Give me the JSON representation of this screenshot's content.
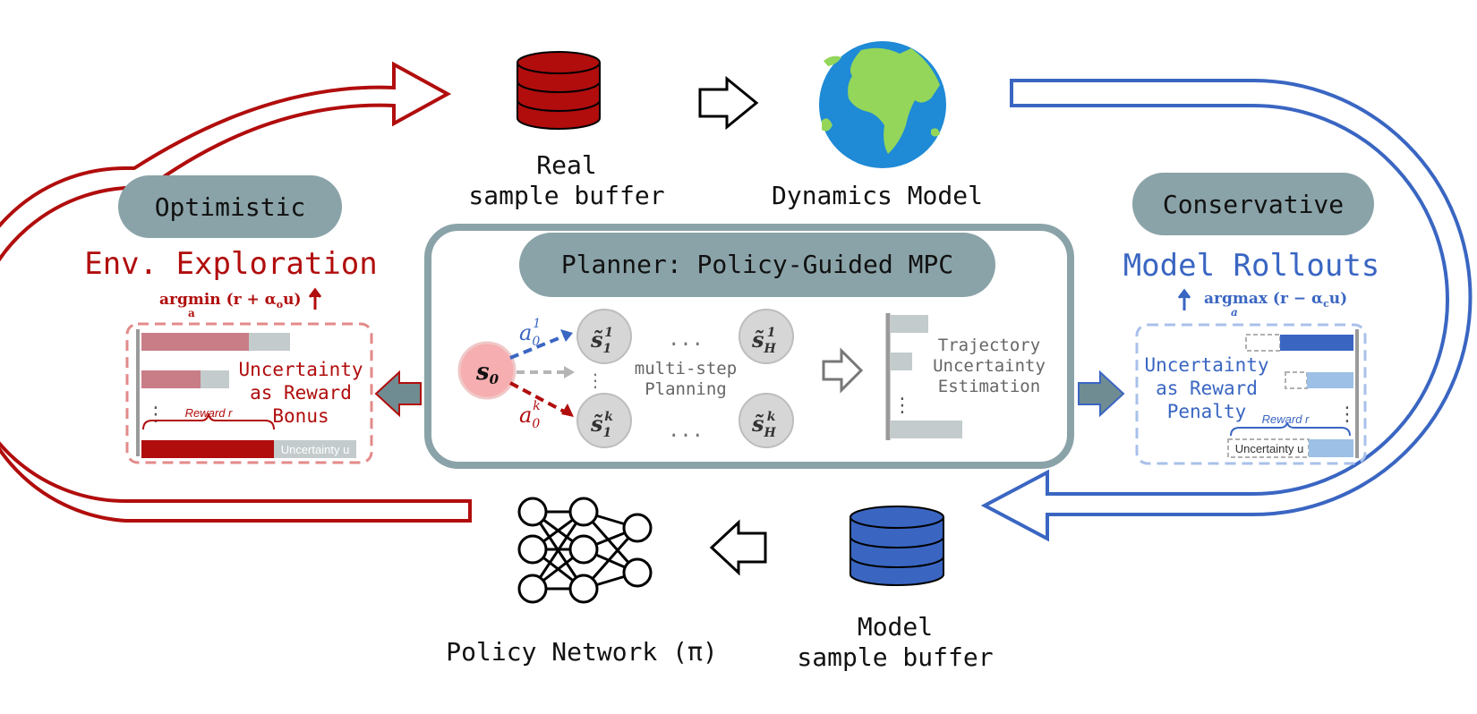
{
  "colors": {
    "red": "#b10d0d",
    "blue": "#3a66c2",
    "slate": "#8aa3a8",
    "slate_dark": "#5f7a80",
    "bar_gray": "#c3cbcc",
    "node_gray": "#d6d6d6",
    "s0_pink": "#f6aeb0"
  },
  "top": {
    "real_buffer": {
      "line1": "Real",
      "line2": "sample buffer",
      "icon": "database-icon-red"
    },
    "dynamics_model": {
      "label": "Dynamics Model",
      "icon": "globe-icon"
    }
  },
  "bottom": {
    "policy_network": {
      "label": "Policy Network (π)",
      "icon": "neural-network-icon"
    },
    "model_buffer": {
      "line1": "Model",
      "line2": "sample buffer",
      "icon": "database-icon-blue"
    }
  },
  "left": {
    "pill": "Optimistic",
    "title": "Env. Exploration",
    "formula": "argmin (r + α",
    "formula_sub": "o",
    "formula_tail": "u)",
    "formula_under": "a",
    "box_text": [
      "Uncertainty",
      "as Reward",
      "Bonus"
    ],
    "reward_label": "Reward r",
    "uncertainty_label": "Uncertainty u"
  },
  "right": {
    "pill": "Conservative",
    "title": "Model Rollouts",
    "formula": "argmax (r − α",
    "formula_sub": "c",
    "formula_tail": "u)",
    "formula_under": "a",
    "box_text": [
      "Uncertainty",
      "as Reward",
      "Penalty"
    ],
    "reward_label": "Reward r",
    "uncertainty_label": "Uncertainty u"
  },
  "planner": {
    "title": "Planner: Policy-Guided MPC",
    "s0": "s",
    "s0_sub": "0",
    "a_top": "a",
    "a_top_sub": "0",
    "a_top_sup": "1",
    "a_bot": "a",
    "a_bot_sub": "0",
    "a_bot_sup": "k",
    "node_11": {
      "main": "s̃",
      "sub": "1",
      "sup": "1"
    },
    "node_1H": {
      "main": "s̃",
      "sub": "H",
      "sup": "1"
    },
    "node_k1": {
      "main": "s̃",
      "sub": "1",
      "sup": "k"
    },
    "node_kH": {
      "main": "s̃",
      "sub": "H",
      "sup": "k"
    },
    "ellipsis": "...",
    "multi_step": [
      "multi-step",
      "Planning"
    ],
    "trajectory": [
      "Trajectory",
      "Uncertainty",
      "Estimation"
    ]
  }
}
